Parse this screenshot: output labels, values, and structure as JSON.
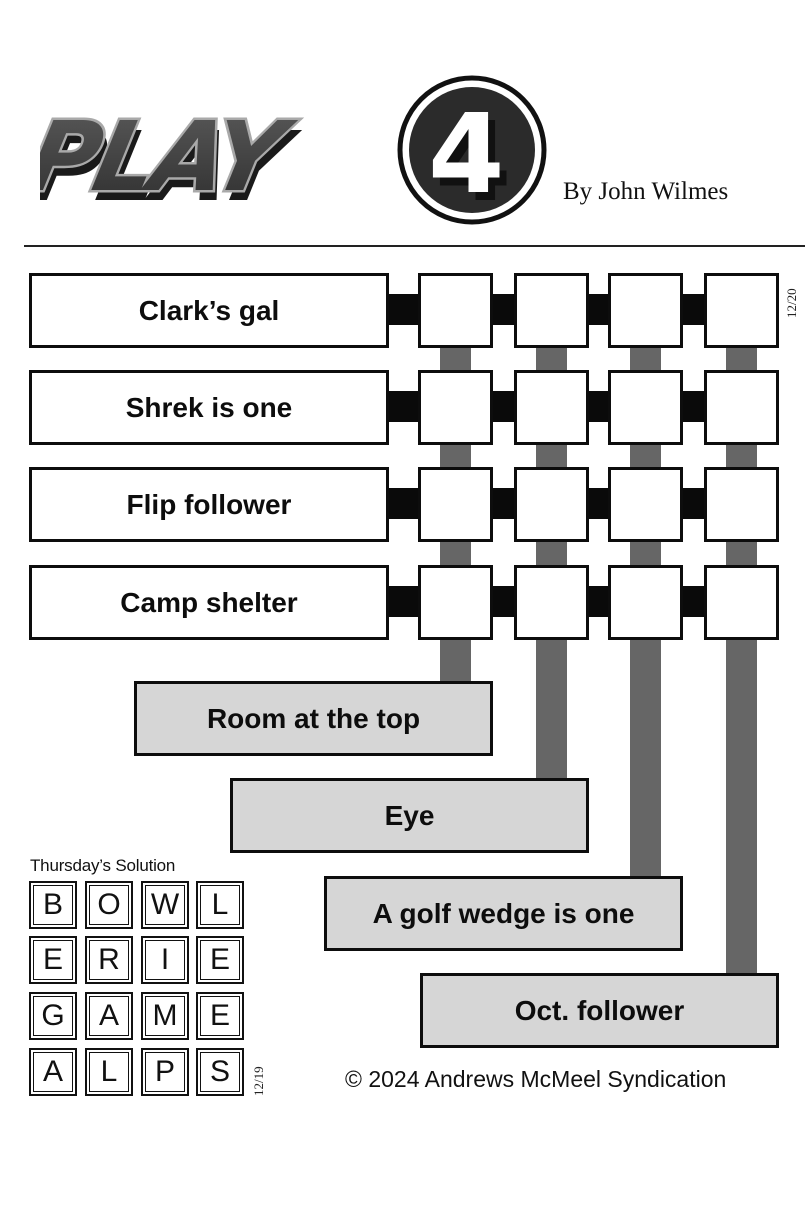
{
  "header": {
    "logo_text": "PLAY",
    "logo_number": "4",
    "byline": "By John Wilmes"
  },
  "puzzle": {
    "date": "12/20",
    "across_clues": [
      {
        "label": "Clark’s gal"
      },
      {
        "label": "Shrek is one"
      },
      {
        "label": "Flip follower"
      },
      {
        "label": "Camp shelter"
      }
    ],
    "down_clues": [
      {
        "label": "Room at the top"
      },
      {
        "label": "Eye"
      },
      {
        "label": "A golf wedge is one"
      },
      {
        "label": "Oct. follower"
      }
    ],
    "grid": [
      [
        "",
        "",
        "",
        ""
      ],
      [
        "",
        "",
        "",
        ""
      ],
      [
        "",
        "",
        "",
        ""
      ],
      [
        "",
        "",
        "",
        ""
      ]
    ]
  },
  "solution": {
    "title": "Thursday’s Solution",
    "date": "12/19",
    "rows": [
      [
        "B",
        "O",
        "W",
        "L"
      ],
      [
        "E",
        "R",
        "I",
        "E"
      ],
      [
        "G",
        "A",
        "M",
        "E"
      ],
      [
        "A",
        "L",
        "P",
        "S"
      ]
    ]
  },
  "footer": {
    "copyright": "© 2024 Andrews McMeel Syndication"
  }
}
